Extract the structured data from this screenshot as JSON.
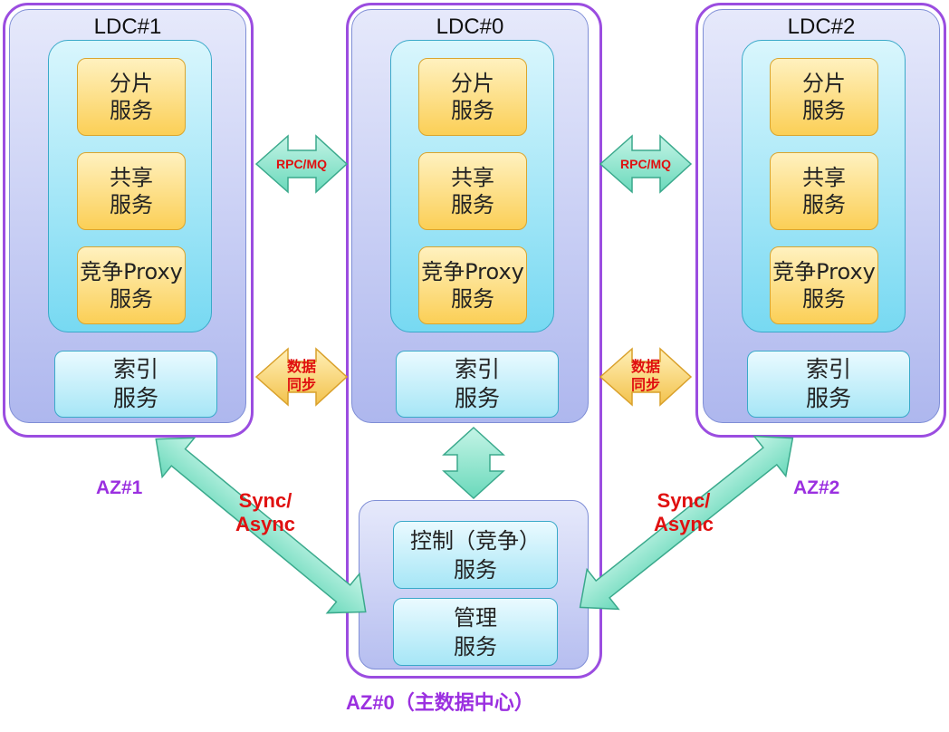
{
  "colors": {
    "az_border": "#9b4de0",
    "az_label": "#9b30e0",
    "ldc_fill": "#c7cdf4",
    "cyan_group": "#a6e6f6",
    "service_fill": "#fbcf56",
    "arrow_text": "#e01010",
    "rpc_arrow": "#5fd7b5",
    "sync_arrow": "#f2c24a"
  },
  "ldcs": [
    {
      "title": "LDC#1",
      "services": [
        {
          "label": "分片\n服务"
        },
        {
          "label": "共享\n服务"
        },
        {
          "label": "竞争Proxy\n服务"
        }
      ],
      "index": {
        "label": "索引\n服务"
      }
    },
    {
      "title": "LDC#0",
      "services": [
        {
          "label": "分片\n服务"
        },
        {
          "label": "共享\n服务"
        },
        {
          "label": "竞争Proxy\n服务"
        }
      ],
      "index": {
        "label": "索引\n服务"
      }
    },
    {
      "title": "LDC#2",
      "services": [
        {
          "label": "分片\n服务"
        },
        {
          "label": "共享\n服务"
        },
        {
          "label": "竞争Proxy\n服务"
        }
      ],
      "index": {
        "label": "索引\n服务"
      }
    }
  ],
  "control": {
    "control_service": "控制（竞争）\n服务",
    "management_service": "管理\n服务"
  },
  "connectors": {
    "rpc_left": "RPC/MQ",
    "rpc_right": "RPC/MQ",
    "sync_left_line1": "数据",
    "sync_left_line2": "同步",
    "sync_right_line1": "数据",
    "sync_right_line2": "同步",
    "mode_left": "Sync/\nAsync",
    "mode_right": "Sync/\nAsync"
  },
  "az_labels": {
    "az1": "AZ#1",
    "az2": "AZ#2",
    "az0": "AZ#0（主数据中心）"
  }
}
